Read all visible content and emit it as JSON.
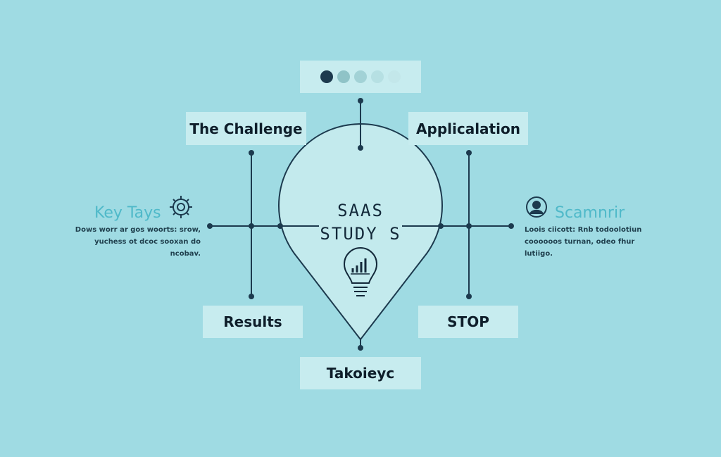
{
  "indicator": {
    "dots": 5,
    "active": 1,
    "colors": [
      "#1c3a4e",
      "#8fc3c7",
      "#a2d2d6",
      "#b6e0e3",
      "#c3e7ea"
    ]
  },
  "center": {
    "line1": "SAAS",
    "line2": "STUDY S",
    "icon": "lightbulb-chart-icon"
  },
  "boxes": {
    "challenge": "The Challenge",
    "application": "Applicalation",
    "results": "Results",
    "stop": "STOP",
    "takeaway": "Takoieyc"
  },
  "left_panel": {
    "title": "Key Tays",
    "icon": "gear-icon",
    "lines": [
      "Dows worr ar gos woorts: srow,",
      "yuchess ot dcoc sooxan do",
      "ncobav."
    ]
  },
  "right_panel": {
    "title": "Scamnrir",
    "icon": "person-circle-icon",
    "lines": [
      "Loois ciicott: Rnb todoolotiun",
      "coooooos turnan, odeo fhur",
      "lutiigo."
    ]
  },
  "colors": {
    "background": "#9fdbe3",
    "box": "#c7ecef",
    "line": "#1c3a4e",
    "accent": "#4fb9c9"
  }
}
